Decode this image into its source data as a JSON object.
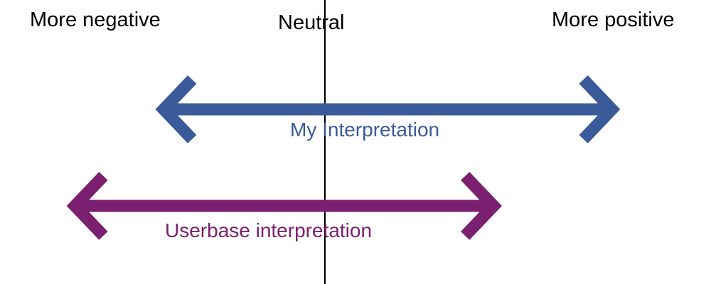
{
  "scale": {
    "negative_label": "More negative",
    "neutral_label": "Neutral",
    "positive_label": "More positive"
  },
  "arrows": [
    {
      "id": "my-interpretation",
      "label": "My Interpretation",
      "color": "#3A5A9A",
      "range_start": -1.1,
      "range_end": 1.95
    },
    {
      "id": "userbase-interpretation",
      "label": "Userbase interpretation",
      "color": "#7B2070",
      "range_start": -1.7,
      "range_end": 1.15
    }
  ],
  "colors": {
    "neutral_line": "#000000",
    "text": "#000000"
  }
}
